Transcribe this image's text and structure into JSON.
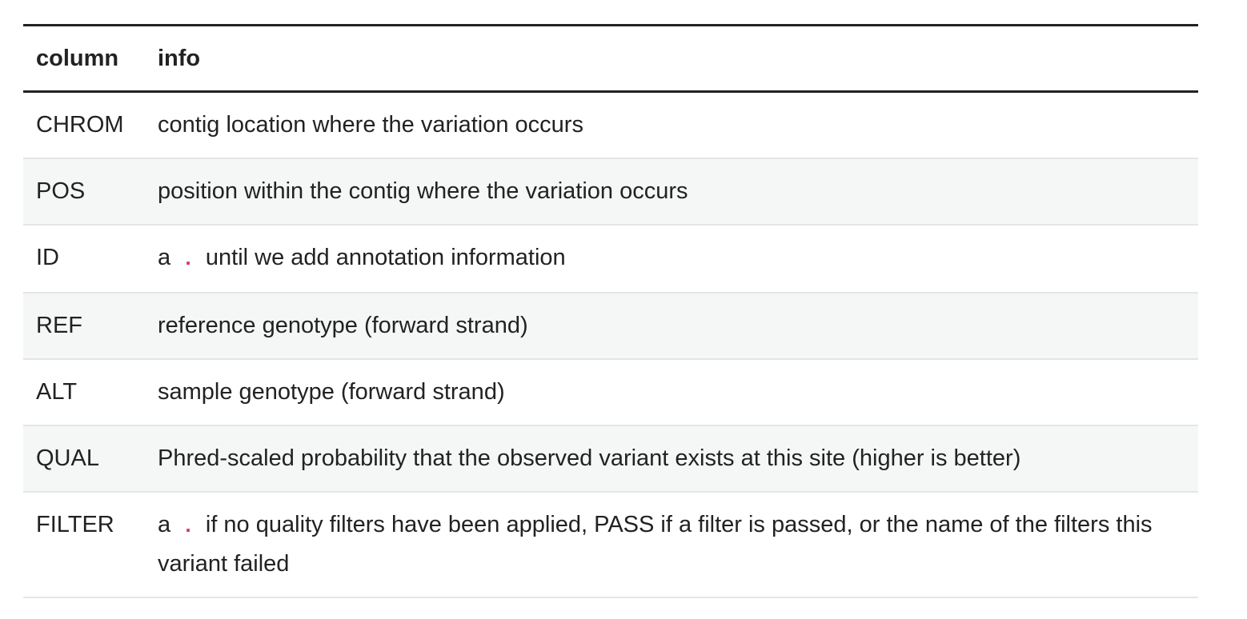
{
  "table": {
    "headers": [
      "column",
      "info"
    ],
    "rows": [
      {
        "column": "CHROM",
        "info": "contig location where the variation occurs"
      },
      {
        "column": "POS",
        "info": "position within the contig where the variation occurs"
      },
      {
        "column": "ID",
        "info_prefix": "a",
        "info_code": ".",
        "info_suffix": "until we add annotation information"
      },
      {
        "column": "REF",
        "info": "reference genotype (forward strand)"
      },
      {
        "column": "ALT",
        "info": "sample genotype (forward strand)"
      },
      {
        "column": "QUAL",
        "info": "Phred-scaled probability that the observed variant exists at this site (higher is better)"
      },
      {
        "column": "FILTER",
        "info_prefix": "a",
        "info_code": ".",
        "info_suffix": "if no quality filters have been applied, PASS if a filter is passed, or the name of the filters this variant failed"
      }
    ]
  },
  "colors": {
    "text": "#222222",
    "row_shade": "#f5f7f6",
    "code_accent": "#d6336c",
    "rule": "#222222",
    "divider": "#e3e6e5"
  }
}
